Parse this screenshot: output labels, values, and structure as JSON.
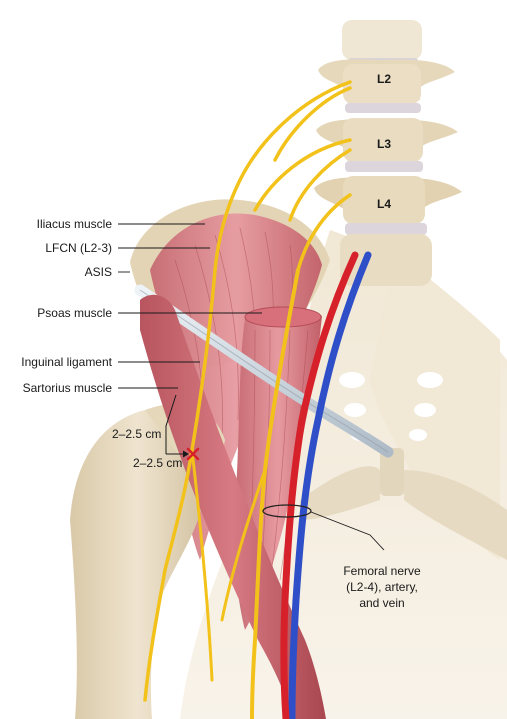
{
  "labels": {
    "iliacus": "Iliacus muscle",
    "lfcn": "LFCN (L2-3)",
    "asis": "ASIS",
    "psoas": "Psoas muscle",
    "inguinal": "Inguinal ligament",
    "sartorius": "Sartorius muscle",
    "dist_vertical": "2–2.5 cm",
    "dist_horizontal": "2–2.5 cm",
    "femoral_line1": "Femoral nerve",
    "femoral_line2": "(L2-4), artery,",
    "femoral_line3": "and vein"
  },
  "vertebrae": {
    "l2": "L2",
    "l3": "L3",
    "l4": "L4"
  },
  "colors": {
    "bone": "#e8dcc4",
    "muscle": "#d9888f",
    "nerve": "#f2c21b",
    "artery": "#d6202a",
    "vein": "#2f4fc9",
    "ligament": "#c9d4de"
  }
}
